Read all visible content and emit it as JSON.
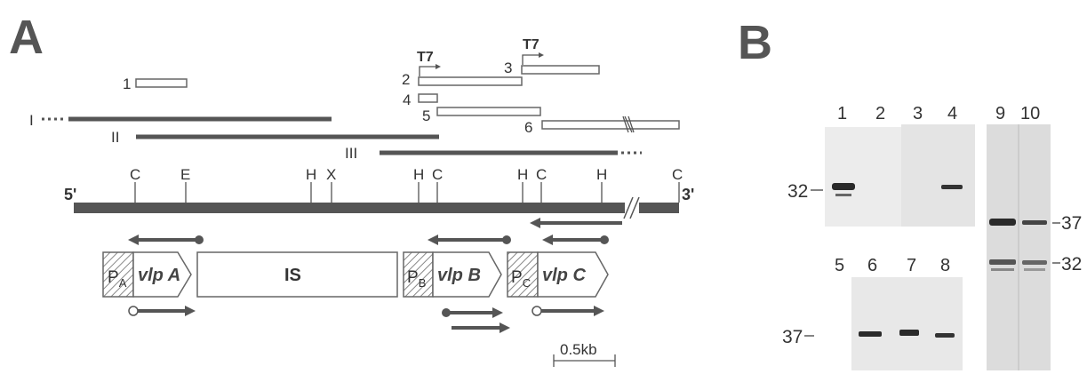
{
  "panel_a": {
    "letter": "A",
    "fragments": [
      "1",
      "2",
      "3",
      "4",
      "5",
      "6"
    ],
    "t7_labels": [
      "T7",
      "T7"
    ],
    "clones": [
      "I",
      "II",
      "III"
    ],
    "five_prime": "5'",
    "three_prime": "3'",
    "sites": [
      "C",
      "E",
      "H",
      "X",
      "H",
      "C",
      "H",
      "C",
      "H",
      "C"
    ],
    "genes": {
      "pa_main": "P",
      "pa_sub": "A",
      "vlpa": "vlp A",
      "is": "IS",
      "pb_main": "P",
      "pb_sub": "B",
      "vlpb": "vlp B",
      "pc_main": "P",
      "pc_sub": "C",
      "vlpc": "vlp C"
    },
    "scale": "0.5kb"
  },
  "panel_b": {
    "letter": "B",
    "lanes_top": [
      "1",
      "2",
      "3",
      "4"
    ],
    "lanes_right": [
      "9",
      "10"
    ],
    "lanes_bottom": [
      "5",
      "6",
      "7",
      "8"
    ],
    "marker_32_left": "32",
    "marker_37_left": "37",
    "marker_37_right": "37",
    "marker_32_right": "32"
  },
  "colors": {
    "ink": "#555555",
    "hatch": "#888888",
    "blot_bg": "#e6e6e6",
    "band": "#2a2a2a"
  }
}
